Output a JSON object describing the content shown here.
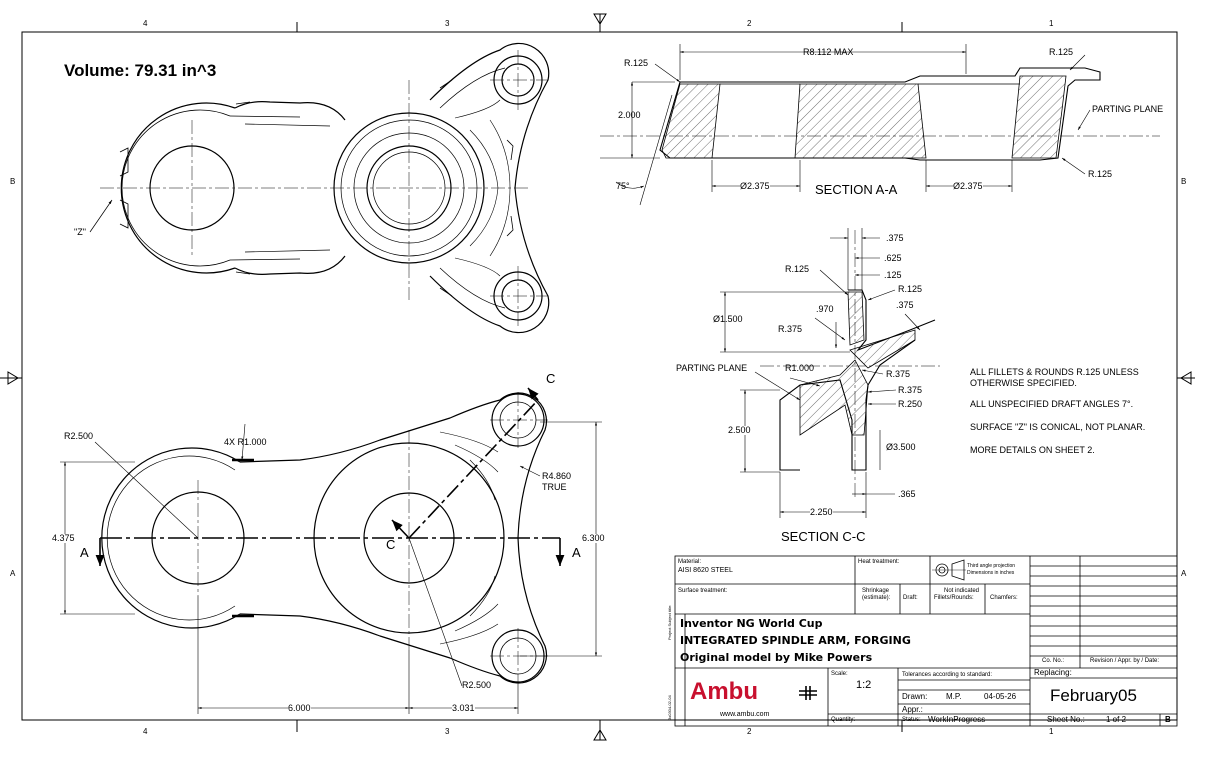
{
  "drawing": {
    "volume_label": "Volume: 79.31 in^3",
    "zone_columns": [
      "4",
      "3",
      "2",
      "1"
    ],
    "zone_rows": [
      "B",
      "A"
    ],
    "views": {
      "top": {
        "z_label": "\"Z\""
      },
      "section_aa": {
        "title": "SECTION  A-A",
        "dims": {
          "r8112": "R8.112 MAX",
          "r125_left": "R.125",
          "r125_right": "R.125",
          "r125_lower": "R.125",
          "h2000": "2.000",
          "angle75": "75°",
          "d2375_left": "Ø2.375",
          "d2375_right": "Ø2.375",
          "parting": "PARTING PLANE"
        }
      },
      "section_cc": {
        "title": "SECTION  C-C",
        "dims": {
          "d375_top": ".375",
          "d625": ".625",
          "d125": ".125",
          "r125_a": "R.125",
          "r125_b": "R.125",
          "d375_diag": ".375",
          "d970": ".970",
          "d1500": "Ø1.500",
          "r375_a": "R.375",
          "r1000": "R1.000",
          "r375_b": "R.375",
          "r375_c": "R.375",
          "r250": "R.250",
          "h2500": "2.500",
          "d3500": "Ø3.500",
          "d365": ".365",
          "d2250": "2.250",
          "parting": "PARTING PLANE"
        }
      },
      "bottom": {
        "r2500_top": "R2.500",
        "r1000": "4X R1.000",
        "r4860": "R4.860",
        "true": "TRUE",
        "h4375": "4.375",
        "h6300": "6.300",
        "r2500_bottom": "R2.500",
        "w6000": "6.000",
        "w3031": "3.031",
        "label_a_left": "A",
        "label_a_right": "A",
        "label_c_top": "C",
        "label_c_mid": "C"
      }
    },
    "notes": [
      "ALL FILLETS & ROUNDS R.125 UNLESS",
      "OTHERWISE SPECIFIED.",
      "ALL UNSPECIFIED DRAFT ANGLES 7°.",
      "SURFACE \"Z\" IS CONICAL, NOT PLANAR.",
      "MORE DETAILS ON SHEET 2."
    ]
  },
  "title_block": {
    "material_label": "Material:",
    "material_value": "AISI 8620 STEEL",
    "heat_label": "Heat treatment:",
    "projection_note_1": "Third angle projection",
    "projection_note_2": "Dimensions in inches",
    "surface_label": "Surface treatment:",
    "shrinkage_label_1": "Shrinkage",
    "shrinkage_label_2": "(estimate):",
    "draft_label": "Draft:",
    "fillets_label_1": "Not indicated",
    "fillets_label_2": "Fillets/Rounds:",
    "chamfers_label": "Chamfers:",
    "title_line_1": "Inventor NG World Cup",
    "title_line_2": "INTEGRATED SPINDLE ARM, FORGING",
    "title_line_3": "Original model by Mike Powers",
    "side_label_1": "Project Subject  title:",
    "side_label_2": "3x0304-02-04",
    "logo": "Ambu",
    "website": "www.ambu.com",
    "scale_label": "Scale:",
    "scale_value": "1:2",
    "tolerances_label": "Tolerances according to standard:",
    "drawn_label": "Drawn:",
    "drawn_by": "M.P.",
    "drawn_date": "04-05-26",
    "appr_label": "Appr.:",
    "quantity_label": "Quantity:",
    "status_label": "Status:",
    "status_value": "WorkInProgress",
    "co_label": "Co. No.:",
    "revision_label": "Revision / Appr. by / Date:",
    "replacing_label": "Replacing:",
    "doc_date": "February05",
    "sheet_label": "Sheet No.:",
    "sheet_value": "1  of  2",
    "size_value": "B"
  },
  "colors": {
    "line": "#000000",
    "hatch": "#333333",
    "background": "#ffffff"
  }
}
